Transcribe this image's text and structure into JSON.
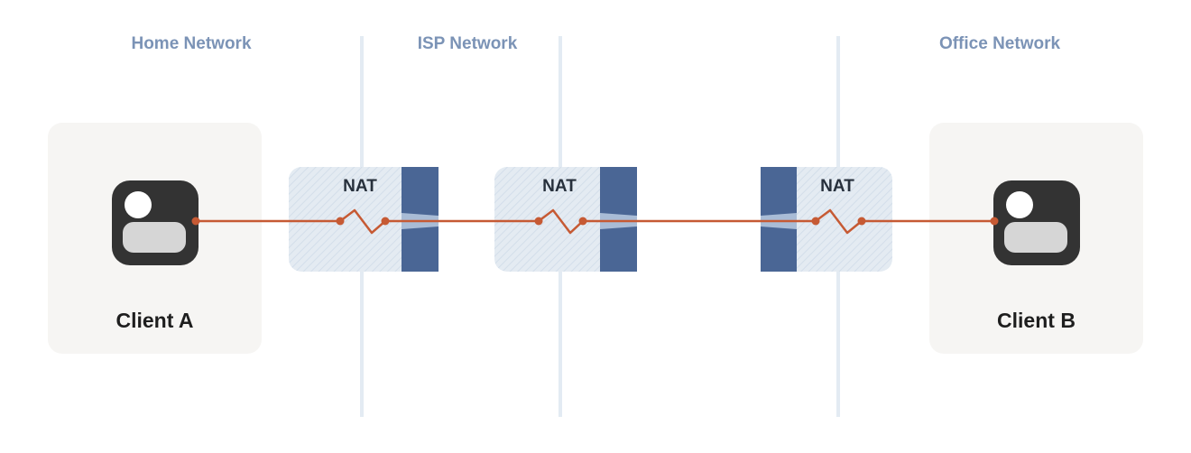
{
  "zones": [
    {
      "id": "home",
      "label": "Home Network"
    },
    {
      "id": "isp",
      "label": "ISP Network"
    },
    {
      "id": "office",
      "label": "Office Network"
    }
  ],
  "clients": [
    {
      "id": "a",
      "name": "Client A",
      "icon": "computer-icon"
    },
    {
      "id": "b",
      "name": "Client B",
      "icon": "computer-icon"
    }
  ],
  "nats": [
    {
      "id": "home-nat",
      "label": "NAT"
    },
    {
      "id": "isp-nat",
      "label": "NAT"
    },
    {
      "id": "office-nat",
      "label": "NAT"
    }
  ],
  "colors": {
    "zone_label": "#7b93b6",
    "zone_divider": "#e3ebf3",
    "nat_box": "#e1e9f1",
    "firewall": "#4a6695",
    "connection": "#c65a34",
    "client_card": "#f6f5f3",
    "client_icon": "#333333"
  }
}
